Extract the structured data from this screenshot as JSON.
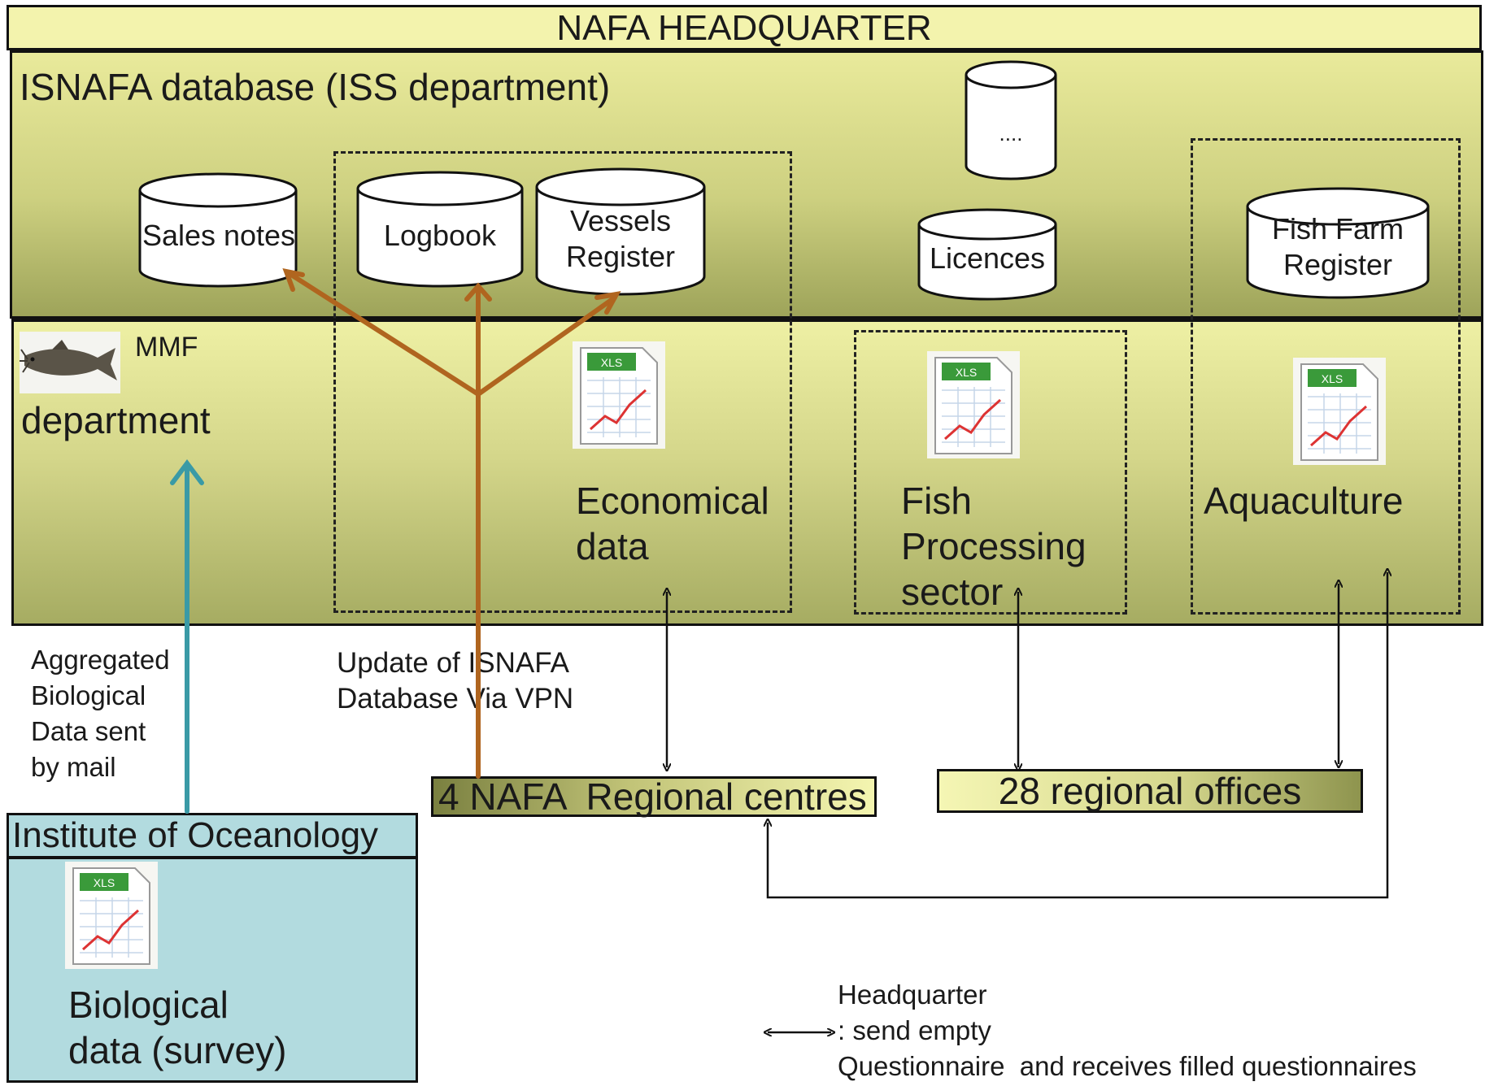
{
  "headquarter": {
    "title": "NAFA HEADQUARTER"
  },
  "isnafa": {
    "title": "ISNAFA database (ISS department)",
    "databases": {
      "sales_notes": "Sales notes",
      "logbook": "Logbook",
      "vessels_register": "Vessels\nRegister",
      "dots": "....",
      "licences": "Licences",
      "fish_farm_register": "Fish Farm\nRegister"
    }
  },
  "departments": {
    "mmf_label": "MMF",
    "department_label": "department",
    "economical_data": "Economical\ndata",
    "fish_processing": "Fish\nProcessing\nsector",
    "aquaculture": "Aquaculture"
  },
  "file_icon_label": "XLS",
  "flows": {
    "aggregated": "Aggregated\nBiological\nData sent\nby mail",
    "update_isnafa": "Update of ISNAFA\nDatabase Via VPN"
  },
  "regional": {
    "centres": "4 NAFA  Regional centres",
    "offices": "28 regional offices"
  },
  "institute": {
    "title": "Institute of Oceanology",
    "biological_data": "Biological\ndata (survey)"
  },
  "legend": {
    "text": "Headquarter\n: send empty\nQuestionnaire  and receives filled questionnaires"
  },
  "colors": {
    "brown_arrow": "#b0651f",
    "teal_arrow": "#3a9aa6",
    "institute_bg": "#b2dbdf",
    "hq_bar": "#f3f3ad"
  }
}
